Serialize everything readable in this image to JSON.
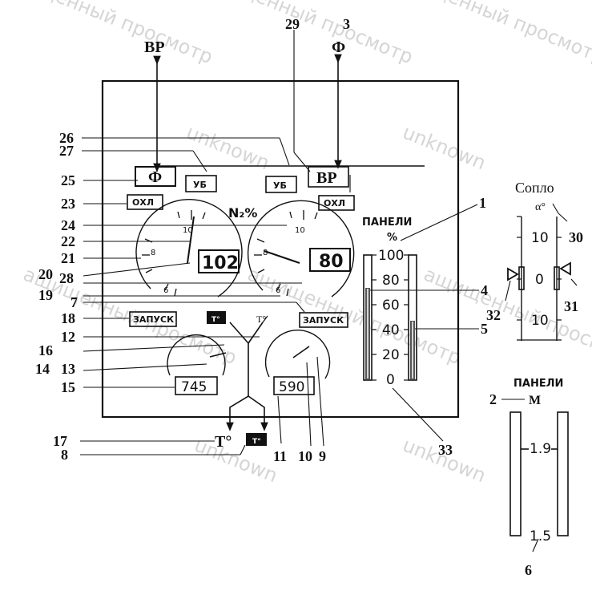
{
  "labels": {
    "vr_top": "ВР",
    "phi_top": "Ф",
    "phi_box": "Ф",
    "vr_box": "ВР",
    "ub_left": "УБ",
    "ub_right": "УБ",
    "ohl_left": "ОХЛ",
    "ohl_right": "ОХЛ",
    "n2": "N₂%",
    "zapusk_left": "ЗАПУСК",
    "zapusk_right": "ЗАПУСК",
    "panels_title": "ПАНЕЛИ",
    "percent": "%",
    "sopl": "Сопло",
    "alpha": "α°",
    "panels_bottom": "ПАНЕЛИ",
    "m": "M",
    "t_left": "T°",
    "t_small_right": "T°"
  },
  "dial_values": {
    "left": "102",
    "right": "80",
    "temp_left": "745",
    "temp_right": "590"
  },
  "dial_ticks": {
    "left_top": "10",
    "left_mid": "8",
    "left_bottom": "6",
    "right_top": "10",
    "right_mid": "8",
    "right_bottom": "6"
  },
  "panel_scale": [
    "100",
    "80",
    "60",
    "40",
    "20",
    "0"
  ],
  "nozzle_scale": [
    "10",
    "0",
    "10"
  ],
  "mach_scale": [
    "1.9",
    "1.5"
  ],
  "callouts": {
    "c1": "1",
    "c2": "2",
    "c3": "3",
    "c4": "4",
    "c5": "5",
    "c6": "6",
    "c7": "7",
    "c8": "8",
    "c9": "9",
    "c10": "10",
    "c11": "11",
    "c12": "12",
    "c13": "13",
    "c14": "14",
    "c15": "15",
    "c16": "16",
    "c17": "17",
    "c18": "18",
    "c19": "19",
    "c20": "20",
    "c21": "21",
    "c22": "22",
    "c23": "23",
    "c24": "24",
    "c25": "25",
    "c26": "26",
    "c27": "27",
    "c28": "28",
    "c29": "29",
    "c30": "30",
    "c31": "31",
    "c32": "32",
    "c33": "33"
  },
  "watermarks": [
    "ащищенный просмотр",
    "unknown"
  ]
}
